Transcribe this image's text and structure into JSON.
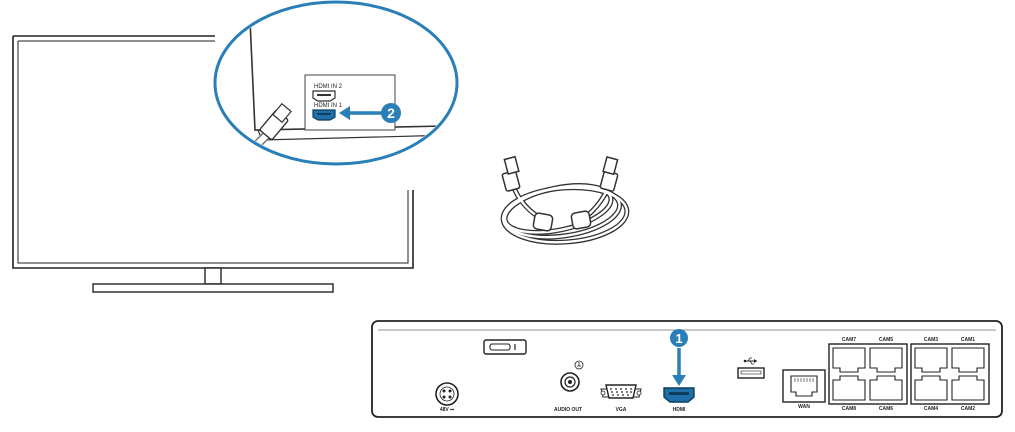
{
  "colors": {
    "accent": "#2b7fb8",
    "outline": "#222222",
    "port_blue": "#1f6fa8"
  },
  "tv": {
    "hdmi_in_2": "HDMI IN 2",
    "hdmi_in_1": "HDMI IN 1"
  },
  "steps": {
    "step1": "1",
    "step2": "2"
  },
  "nvr": {
    "power_label": "48V ⎓",
    "audio_out_label": "AUDIO OUT",
    "vga_label": "VGA",
    "hdmi_label": "HDMI",
    "wan_label": "WAN",
    "usb_icon": "usb-icon",
    "ground_icon": "ground-icon",
    "cams_top": [
      "CAM7",
      "CAM5",
      "CAM3",
      "CAM1"
    ],
    "cams_bottom": [
      "CAM8",
      "CAM6",
      "CAM4",
      "CAM2"
    ]
  }
}
